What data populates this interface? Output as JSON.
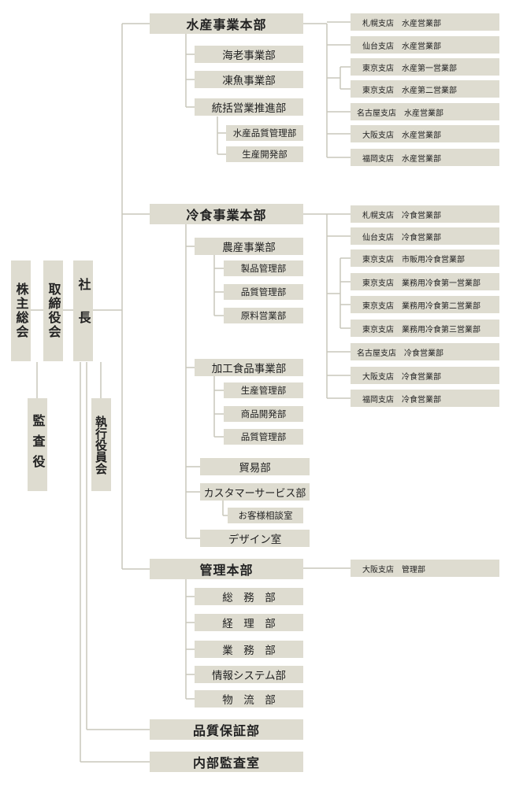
{
  "governance": {
    "shareholders": "株主総会",
    "board": "取締役会",
    "auditor": "監査役",
    "president": "社長",
    "exec_officers": "執行役員会"
  },
  "seafood": {
    "name": "水産事業本部",
    "shrimp": "海老事業部",
    "frozen_fish": "凍魚事業部",
    "sales_coord": "統括営業推進部",
    "quality_mgmt": "水産品質管理部",
    "production_dev": "生産開発部",
    "branches": [
      "札幌支店　水産営業部",
      "仙台支店　水産営業部",
      "東京支店　水産第一営業部",
      "東京支店　水産第二営業部",
      "名古屋支店　水産営業部",
      "大阪支店　水産営業部",
      "福岡支店　水産営業部"
    ]
  },
  "frozen_food": {
    "name": "冷食事業本部",
    "agri": "農産事業部",
    "agri_product_mgmt": "製品管理部",
    "agri_quality_mgmt": "品質管理部",
    "agri_materials_sales": "原料営業部",
    "processed": "加工食品事業部",
    "proc_production_mgmt": "生産管理部",
    "proc_product_dev": "商品開発部",
    "proc_quality_mgmt": "品質管理部",
    "trade": "貿易部",
    "customer_service": "カスタマーサービス部",
    "consultation": "お客様相談室",
    "design": "デザイン室",
    "branches": [
      "札幌支店　冷食営業部",
      "仙台支店　冷食営業部",
      "東京支店　市販用冷食営業部",
      "東京支店　業務用冷食第一営業部",
      "東京支店　業務用冷食第二営業部",
      "東京支店　業務用冷食第三営業部",
      "名古屋支店　冷食営業部",
      "大阪支店　冷食営業部",
      "福岡支店　冷食営業部"
    ]
  },
  "admin": {
    "name": "管理本部",
    "general_affairs": "総　務　部",
    "accounting": "経　理　部",
    "operations": "業　務　部",
    "it_systems": "情報システム部",
    "logistics": "物　流　部",
    "branch": "大阪支店　管理部"
  },
  "quality_assurance": "品質保証部",
  "internal_audit": "内部監査室"
}
